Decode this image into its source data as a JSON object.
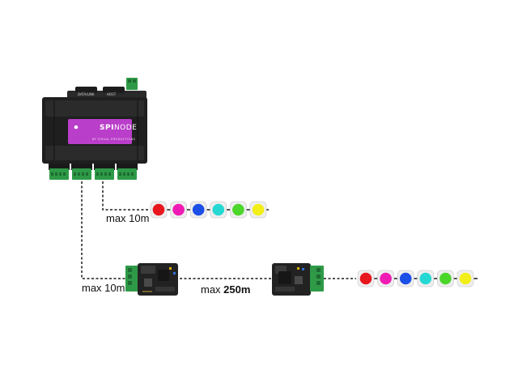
{
  "device": {
    "brand_bold": "SPI",
    "brand_light": "NODE",
    "brand_sub": "BY VISUAL PRODUCTIONS",
    "top_labels": [
      "DATA/LINK",
      "HOST"
    ],
    "accent_color": "#b93ec9"
  },
  "links": {
    "short_label_1": "max 10m",
    "short_label_2": "max 10m",
    "long_prefix": "max ",
    "long_value": "250m"
  },
  "pixels": {
    "colors": [
      "#e8161d",
      "#f01bb4",
      "#1c4fe6",
      "#26d8d3",
      "#4bd62a",
      "#f2ee18"
    ]
  }
}
